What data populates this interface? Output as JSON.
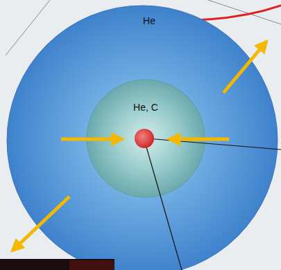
{
  "diagram": {
    "nodes": [
      {
        "text": [
          "He"
        ]
      },
      {
        "text": [
          "He, C"
        ],
        "in": 0
      }
    ]
  }
}
